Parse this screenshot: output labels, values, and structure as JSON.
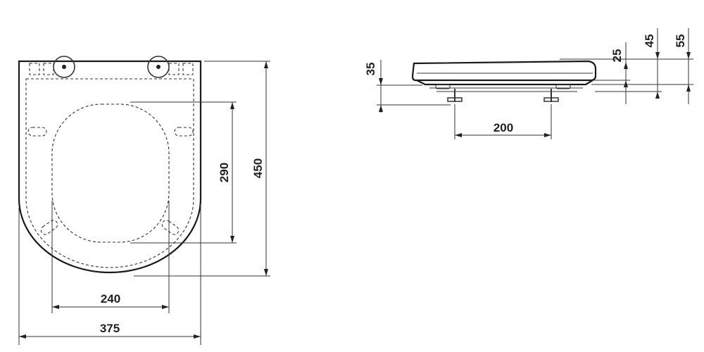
{
  "colors": {
    "line": "#1a1a1a",
    "background": "#ffffff"
  },
  "dimensions": {
    "top_view": {
      "overall_width": "375",
      "inner_width": "240",
      "inner_length": "290",
      "overall_length": "450"
    },
    "side_view": {
      "hinge_spacing": "200",
      "seat_height": "35",
      "lid_thickness": "25",
      "height_45": "45",
      "height_55": "55"
    }
  }
}
